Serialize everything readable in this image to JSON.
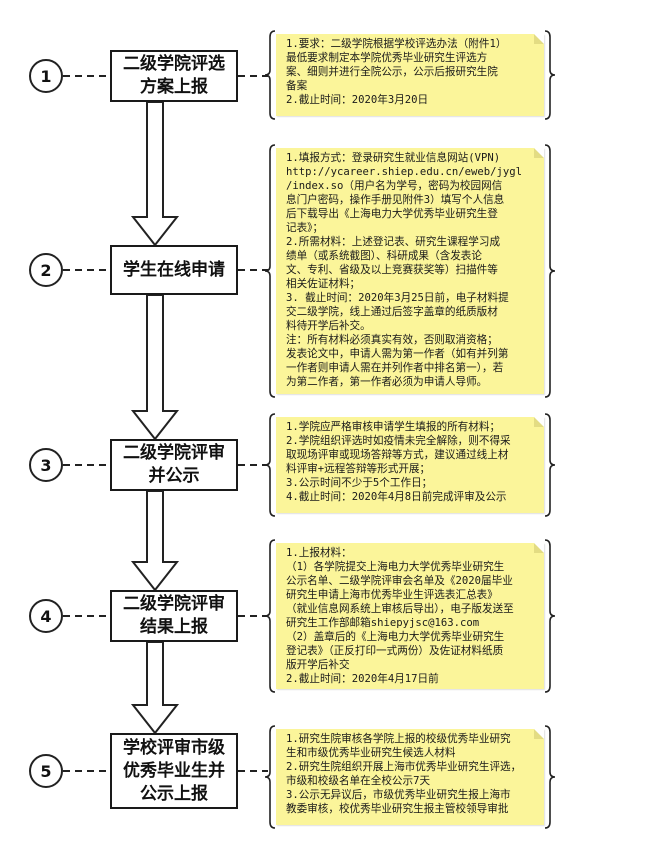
{
  "colors": {
    "note_background": "#fbf59a",
    "stroke": "#222222"
  },
  "steps": [
    {
      "number": "1",
      "title_lines": [
        "二级学院评选",
        "方案上报"
      ],
      "note_lines": [
        "1.要求：二级学院根据学校评选办法（附件1）",
        "最低要求制定本学院优秀毕业研究生评选方",
        "案、细则并进行全院公示，公示后报研究生院",
        "备案",
        "2.截止时间：2020年3月20日"
      ]
    },
    {
      "number": "2",
      "title_lines": [
        "学生在线申请"
      ],
      "note_lines": [
        "1.填报方式：登录研究生就业信息网站(VPN)",
        "http://ycareer.shiep.edu.cn/eweb/jygl",
        "/index.so（用户名为学号，密码为校园网信",
        "息门户密码，操作手册见附件3）填写个人信息",
        "后下载导出《上海电力大学优秀毕业研究生登",
        "记表》；",
        "2.所需材料：上述登记表、研究生课程学习成",
        "绩单（或系统截图）、科研成果（含发表论",
        "文、专利、省级及以上竞赛获奖等）扫描件等",
        "相关佐证材料；",
        "3. 截止时间：2020年3月25日前，电子材料提",
        "交二级学院，线上通过后签字盖章的纸质版材",
        "料待开学后补交。",
        "注：所有材料必须真实有效，否则取消资格；",
        "发表论文中，申请人需为第一作者（如有并列第",
        "一作者则申请人需在并列作者中排名第一），若",
        "为第二作者，第一作者必须为申请人导师。"
      ]
    },
    {
      "number": "3",
      "title_lines": [
        "二级学院评审",
        "并公示"
      ],
      "note_lines": [
        "1.学院应严格审核申请学生填报的所有材料；",
        "2.学院组织评选时如疫情未完全解除，则不得采",
        "取现场评审或现场答辩等方式，建议通过线上材",
        "料评审+远程答辩等形式开展；",
        "3.公示时间不少于5个工作日；",
        "4.截止时间：2020年4月8日前完成评审及公示"
      ]
    },
    {
      "number": "4",
      "title_lines": [
        "二级学院评审",
        "结果上报"
      ],
      "note_lines": [
        "1.上报材料：",
        "（1）各学院提交上海电力大学优秀毕业研究生",
        "公示名单、二级学院评审会名单及《2020届毕业",
        "研究生申请上海市优秀毕业生评选表汇总表》",
        "（就业信息网系统上审核后导出），电子版发送至",
        "研究生工作部邮箱shiepyjsc@163.com",
        "（2）盖章后的《上海电力大学优秀毕业研究生",
        "登记表》（正反打印一式两份）及佐证材料纸质",
        "版开学后补交",
        "2.截止时间：2020年4月17日前"
      ]
    },
    {
      "number": "5",
      "title_lines": [
        "学校评审市级",
        "优秀毕业生并",
        "公示上报"
      ],
      "note_lines": [
        "1.研究生院审核各学院上报的校级优秀毕业研究",
        "生和市级优秀毕业研究生候选人材料",
        "2.研究生院组织开展上海市优秀毕业研究生评选，",
        "市级和校级名单在全校公示7天",
        "3.公示无异议后，市级优秀毕业研究生报上海市",
        "教委审核，校优秀毕业研究生报主管校领导审批"
      ]
    }
  ]
}
